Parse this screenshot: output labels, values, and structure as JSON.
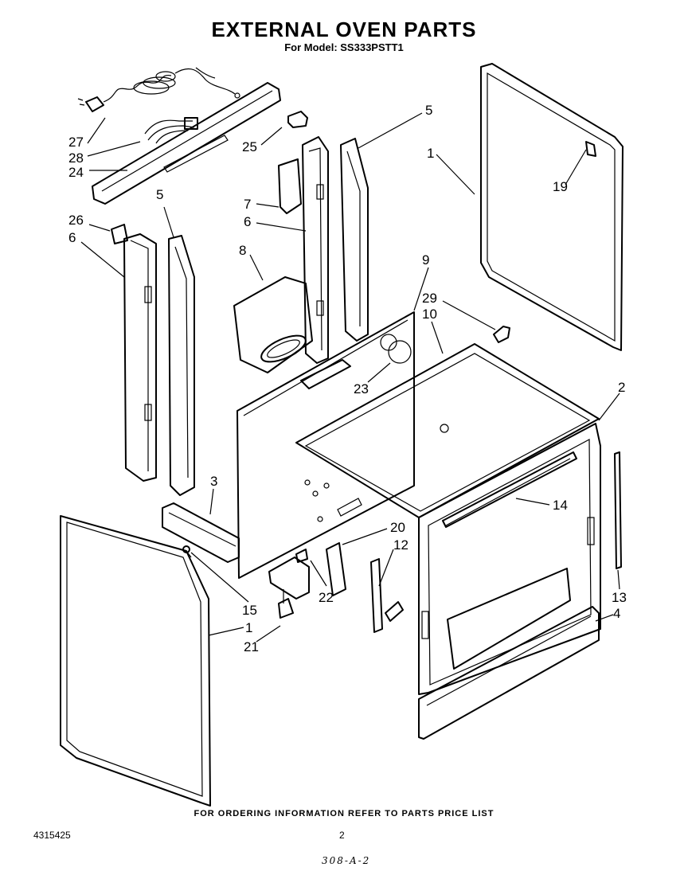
{
  "header": {
    "title": "EXTERNAL OVEN PARTS",
    "subtitle": "For Model: SS333PSTT1"
  },
  "footer": {
    "ordering_note": "FOR ORDERING INFORMATION REFER TO PARTS PRICE LIST",
    "doc_number": "4315425",
    "page_number": "2",
    "handwritten_code": "308-A-2"
  },
  "callouts": [
    "27",
    "28",
    "24",
    "25",
    "5",
    "1",
    "19",
    "7",
    "6",
    "26",
    "6",
    "5",
    "8",
    "9",
    "29",
    "10",
    "23",
    "2",
    "3",
    "14",
    "20",
    "12",
    "22",
    "15",
    "1",
    "21",
    "13",
    "4"
  ]
}
